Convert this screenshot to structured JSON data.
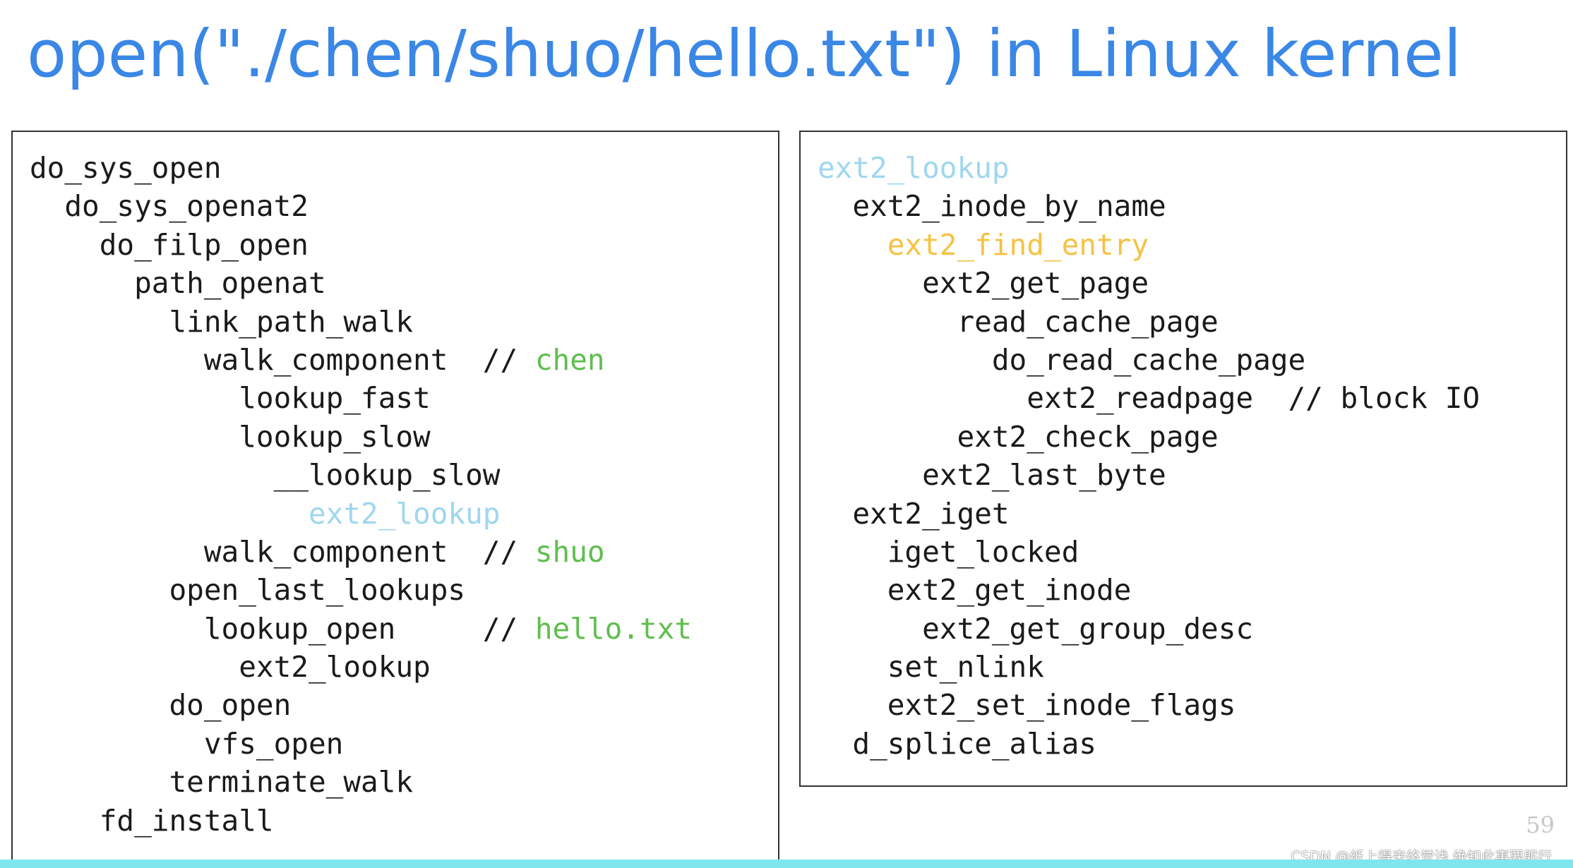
{
  "slide": {
    "title": "open(\"./chen/shuo/hello.txt\") in Linux kernel",
    "page_number": "59",
    "watermark": "CSDN @纸上得来终觉浅 绝知此事要躬行"
  },
  "colors": {
    "title": "#3a87e6",
    "default_text": "#1a1a1a",
    "lightblue": "#9fd6f0",
    "orange": "#f5c242",
    "green": "#5fbe4e",
    "border": "#333333",
    "bottom_bar": "#7fe6ee"
  },
  "left_panel": {
    "lines": [
      {
        "indent": 0,
        "segments": [
          {
            "text": "do_sys_open",
            "color": "default"
          }
        ]
      },
      {
        "indent": 1,
        "segments": [
          {
            "text": "do_sys_openat2",
            "color": "default"
          }
        ]
      },
      {
        "indent": 2,
        "segments": [
          {
            "text": "do_filp_open",
            "color": "default"
          }
        ]
      },
      {
        "indent": 3,
        "segments": [
          {
            "text": "path_openat",
            "color": "default"
          }
        ]
      },
      {
        "indent": 4,
        "segments": [
          {
            "text": "link_path_walk",
            "color": "default"
          }
        ]
      },
      {
        "indent": 5,
        "segments": [
          {
            "text": "walk_component  // ",
            "color": "default"
          },
          {
            "text": "chen",
            "color": "green"
          }
        ]
      },
      {
        "indent": 6,
        "segments": [
          {
            "text": "lookup_fast",
            "color": "default"
          }
        ]
      },
      {
        "indent": 6,
        "segments": [
          {
            "text": "lookup_slow",
            "color": "default"
          }
        ]
      },
      {
        "indent": 7,
        "segments": [
          {
            "text": "__lookup_slow",
            "color": "default"
          }
        ]
      },
      {
        "indent": 8,
        "segments": [
          {
            "text": "ext2_lookup",
            "color": "lightblue"
          }
        ]
      },
      {
        "indent": 5,
        "segments": [
          {
            "text": "walk_component  // ",
            "color": "default"
          },
          {
            "text": "shuo",
            "color": "green"
          }
        ]
      },
      {
        "indent": 4,
        "segments": [
          {
            "text": "open_last_lookups",
            "color": "default"
          }
        ]
      },
      {
        "indent": 5,
        "segments": [
          {
            "text": "lookup_open     // ",
            "color": "default"
          },
          {
            "text": "hello.txt",
            "color": "green"
          }
        ]
      },
      {
        "indent": 6,
        "segments": [
          {
            "text": "ext2_lookup",
            "color": "default"
          }
        ]
      },
      {
        "indent": 4,
        "segments": [
          {
            "text": "do_open",
            "color": "default"
          }
        ]
      },
      {
        "indent": 5,
        "segments": [
          {
            "text": "vfs_open",
            "color": "default"
          }
        ]
      },
      {
        "indent": 4,
        "segments": [
          {
            "text": "terminate_walk",
            "color": "default"
          }
        ]
      },
      {
        "indent": 2,
        "segments": [
          {
            "text": "fd_install",
            "color": "default"
          }
        ]
      }
    ]
  },
  "right_panel": {
    "lines": [
      {
        "indent": 0,
        "segments": [
          {
            "text": "ext2_lookup",
            "color": "lightblue"
          }
        ]
      },
      {
        "indent": 1,
        "segments": [
          {
            "text": "ext2_inode_by_name",
            "color": "default"
          }
        ]
      },
      {
        "indent": 2,
        "segments": [
          {
            "text": "ext2_find_entry",
            "color": "orange"
          }
        ]
      },
      {
        "indent": 3,
        "segments": [
          {
            "text": "ext2_get_page",
            "color": "default"
          }
        ]
      },
      {
        "indent": 4,
        "segments": [
          {
            "text": "read_cache_page",
            "color": "default"
          }
        ]
      },
      {
        "indent": 5,
        "segments": [
          {
            "text": "do_read_cache_page",
            "color": "default"
          }
        ]
      },
      {
        "indent": 6,
        "segments": [
          {
            "text": "ext2_readpage  // block IO",
            "color": "default"
          }
        ]
      },
      {
        "indent": 4,
        "segments": [
          {
            "text": "ext2_check_page",
            "color": "default"
          }
        ]
      },
      {
        "indent": 3,
        "segments": [
          {
            "text": "ext2_last_byte",
            "color": "default"
          }
        ]
      },
      {
        "indent": 1,
        "segments": [
          {
            "text": "ext2_iget",
            "color": "default"
          }
        ]
      },
      {
        "indent": 2,
        "segments": [
          {
            "text": "iget_locked",
            "color": "default"
          }
        ]
      },
      {
        "indent": 2,
        "segments": [
          {
            "text": "ext2_get_inode",
            "color": "default"
          }
        ]
      },
      {
        "indent": 3,
        "segments": [
          {
            "text": "ext2_get_group_desc",
            "color": "default"
          }
        ]
      },
      {
        "indent": 2,
        "segments": [
          {
            "text": "set_nlink",
            "color": "default"
          }
        ]
      },
      {
        "indent": 2,
        "segments": [
          {
            "text": "ext2_set_inode_flags",
            "color": "default"
          }
        ]
      },
      {
        "indent": 1,
        "segments": [
          {
            "text": "d_splice_alias",
            "color": "default"
          }
        ]
      }
    ]
  }
}
